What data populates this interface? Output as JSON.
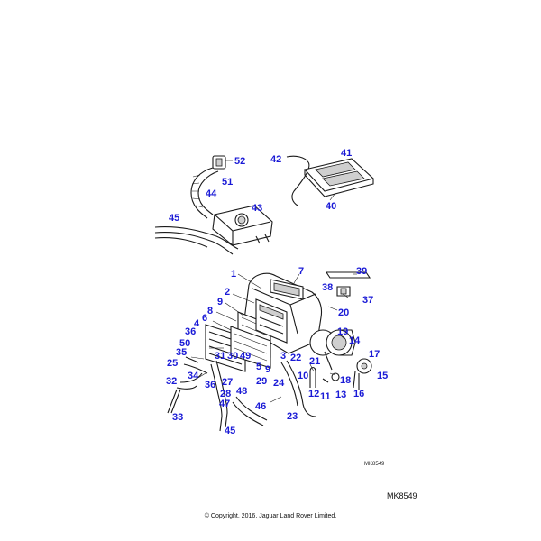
{
  "diagram": {
    "ref_small": "MK8549",
    "ref_large": "MK8549",
    "copyright": "© Copyright, 2016. Jaguar Land Rover Limited.",
    "callouts": [
      "52",
      "51",
      "44",
      "43",
      "45",
      "42",
      "41",
      "40",
      "1",
      "7",
      "39",
      "38",
      "37",
      "2",
      "9",
      "20",
      "8",
      "6",
      "19",
      "14",
      "36",
      "4",
      "50",
      "35",
      "17",
      "25",
      "31",
      "30",
      "49",
      "5",
      "9",
      "3",
      "22",
      "21",
      "15",
      "34",
      "10",
      "18",
      "32",
      "36",
      "29",
      "24",
      "12",
      "11",
      "13",
      "16",
      "28",
      "27",
      "48",
      "47",
      "46",
      "33",
      "45",
      "23"
    ]
  }
}
